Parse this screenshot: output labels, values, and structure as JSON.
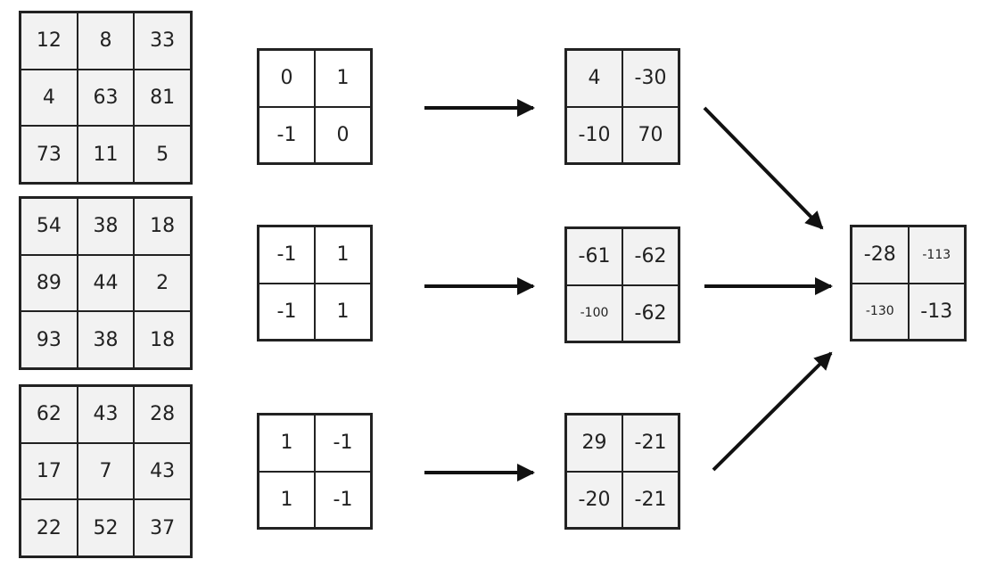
{
  "inputs": [
    [
      [
        "12",
        "8",
        "33"
      ],
      [
        "4",
        "63",
        "81"
      ],
      [
        "73",
        "11",
        "5"
      ]
    ],
    [
      [
        "54",
        "38",
        "18"
      ],
      [
        "89",
        "44",
        "2"
      ],
      [
        "93",
        "38",
        "18"
      ]
    ],
    [
      [
        "62",
        "43",
        "28"
      ],
      [
        "17",
        "7",
        "43"
      ],
      [
        "22",
        "52",
        "37"
      ]
    ]
  ],
  "kernels": [
    [
      [
        "0",
        "1"
      ],
      [
        "-1",
        "0"
      ]
    ],
    [
      [
        "-1",
        "1"
      ],
      [
        "-1",
        "1"
      ]
    ],
    [
      [
        "1",
        "-1"
      ],
      [
        "1",
        "-1"
      ]
    ]
  ],
  "outputs": [
    [
      [
        "4",
        "-30"
      ],
      [
        "-10",
        "70"
      ]
    ],
    [
      [
        "-61",
        "-62"
      ],
      [
        "-100",
        "-62"
      ]
    ],
    [
      [
        "29",
        "-21"
      ],
      [
        "-20",
        "-21"
      ]
    ]
  ],
  "result": [
    [
      "-28",
      "-113"
    ],
    [
      "-130",
      "-13"
    ]
  ],
  "colors": {
    "cell_fill": "#f2f2f2",
    "line": "#111111"
  }
}
